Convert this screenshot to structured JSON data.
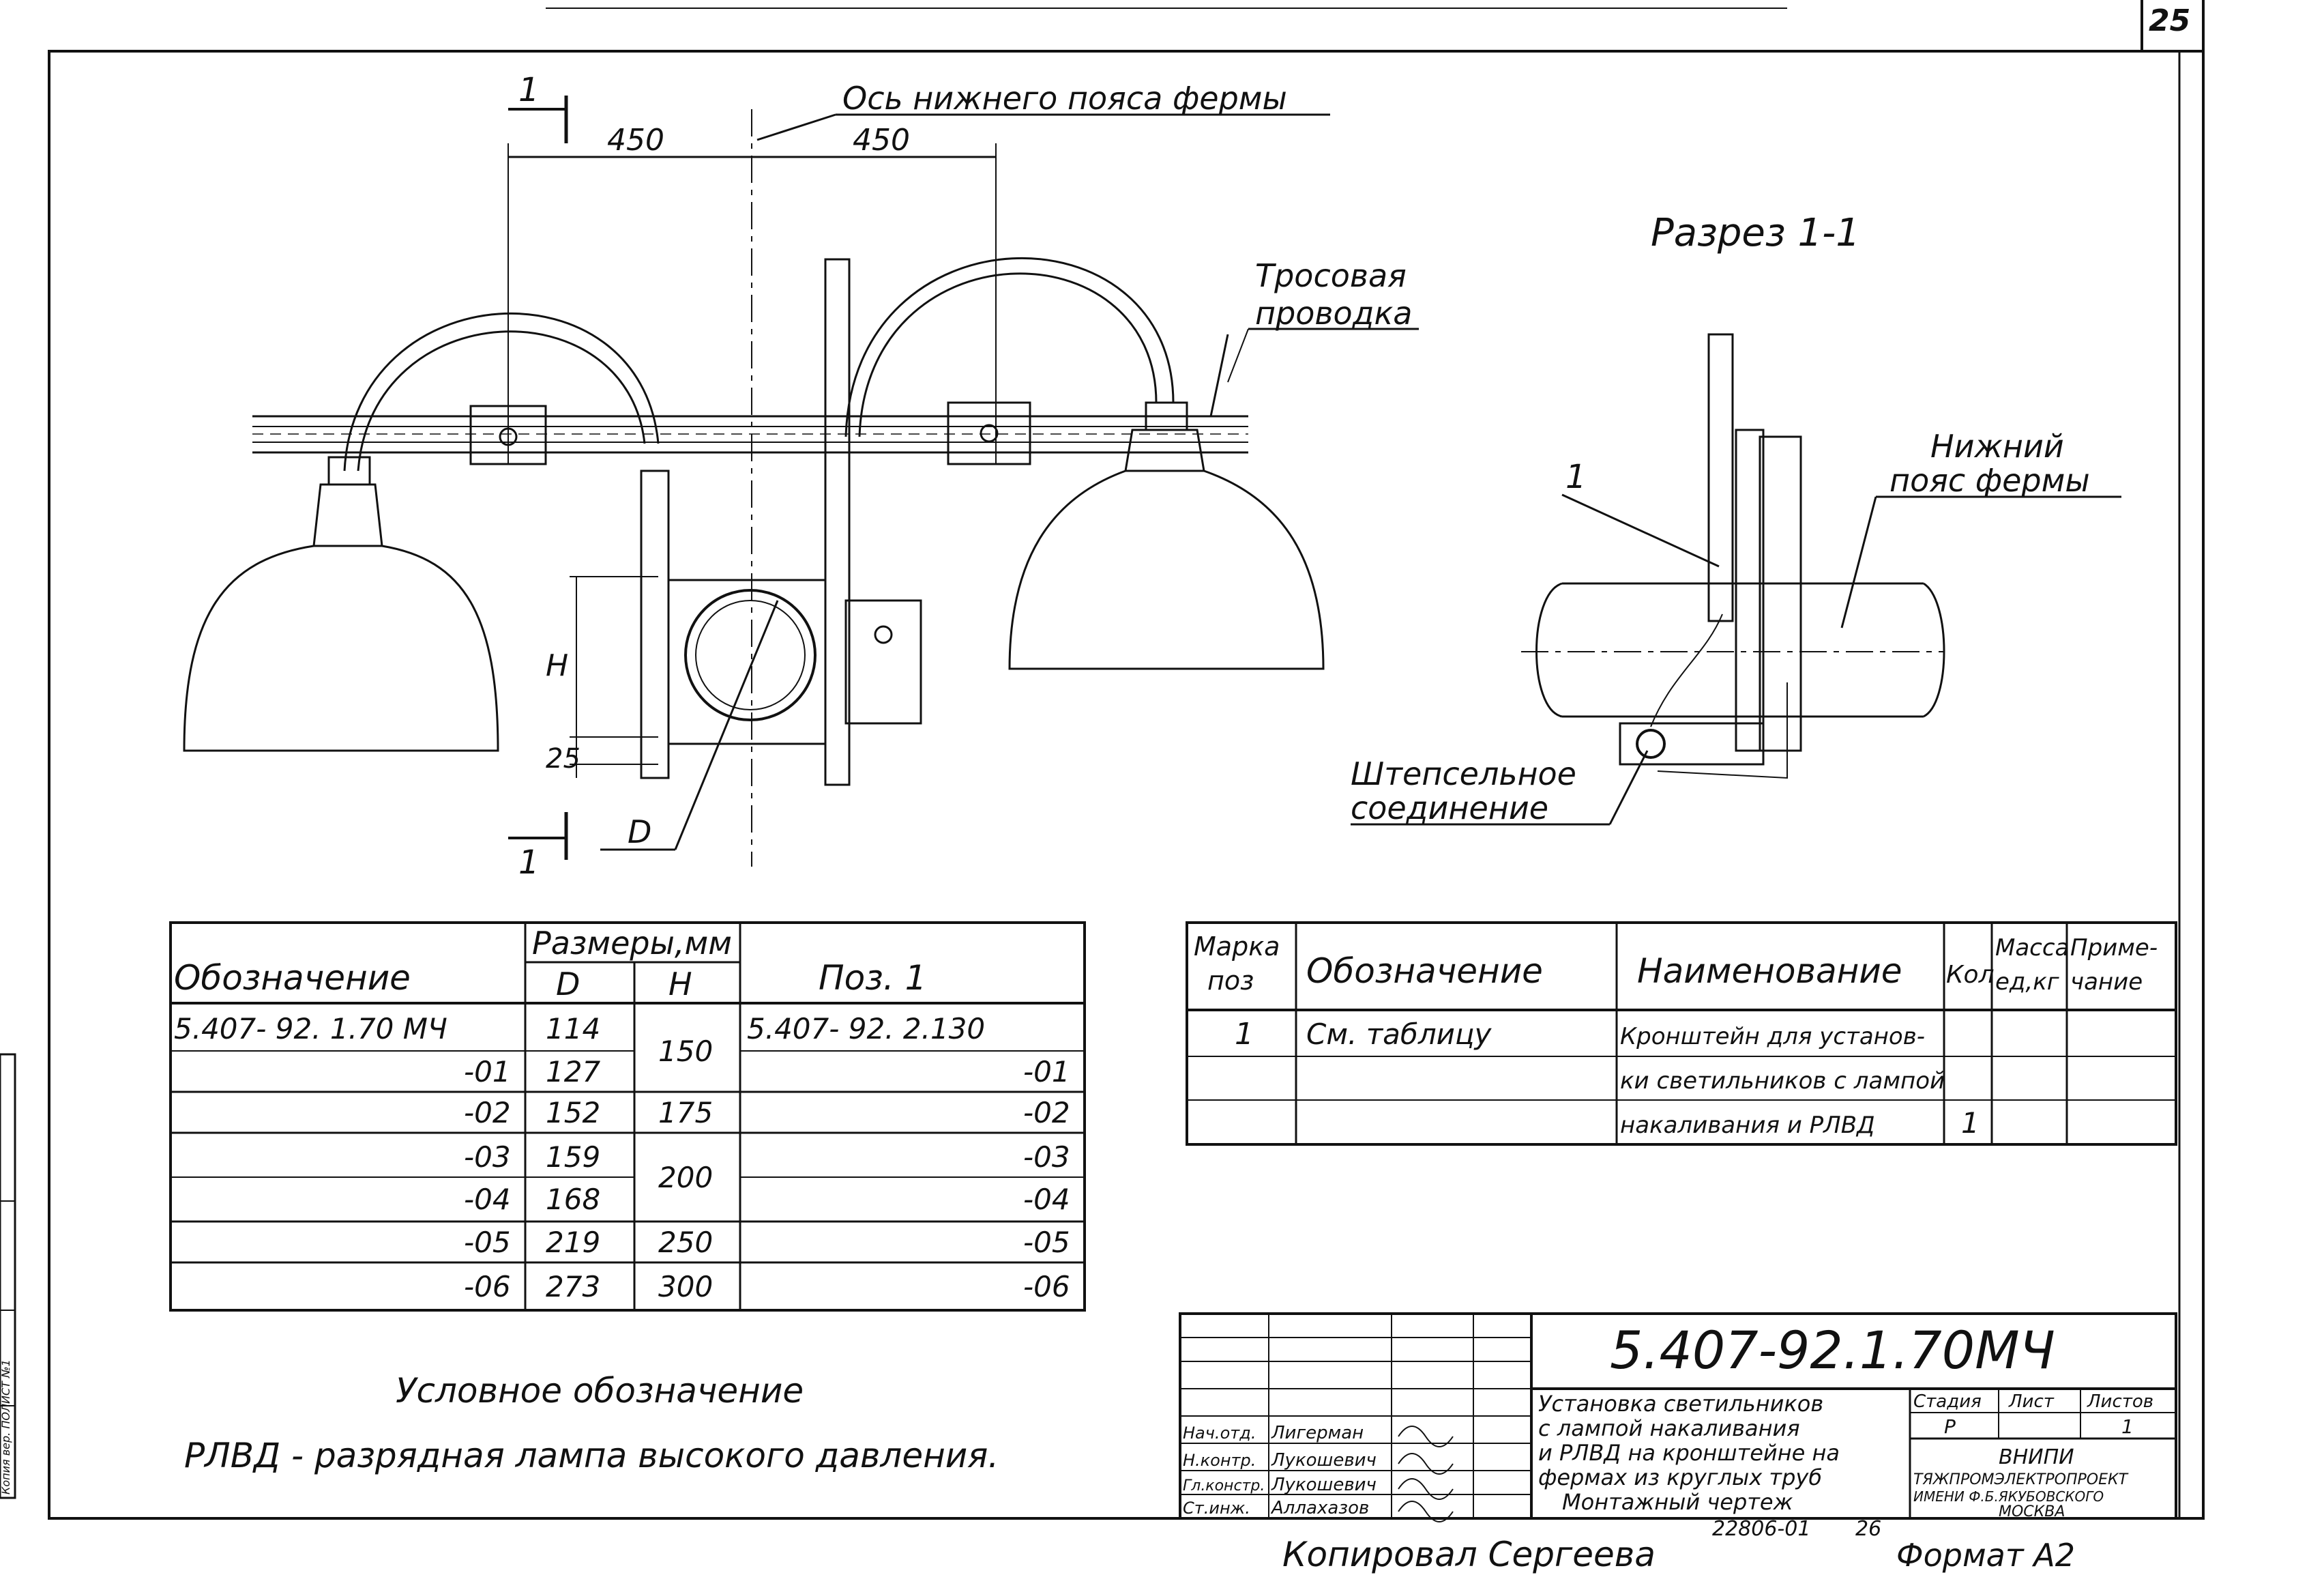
{
  "sheet_number": "25",
  "drawing": {
    "axis_label": "Ось нижнего пояса фермы",
    "dim_left": "450",
    "dim_right": "450",
    "section_marker": "1",
    "cable_label_line1": "Тросовая",
    "cable_label_line2": "проводка",
    "dim_h": "H",
    "dim_25": "25",
    "dim_d": "D"
  },
  "section": {
    "title": "Разрез 1-1",
    "pos_marker": "1",
    "chord_label_line1": "Нижний",
    "chord_label_line2": "пояс фермы",
    "plug_label_line1": "Штепсельное",
    "plug_label_line2": "соединение"
  },
  "size_table": {
    "header_designation": "Обозначение",
    "header_sizes": "Размеры,мм",
    "header_d": "D",
    "header_h": "H",
    "header_pos": "Поз. 1",
    "rows": [
      {
        "designation": "5.407- 92. 1.70 МЧ",
        "d": "114",
        "pos": "5.407- 92. 2.130"
      },
      {
        "designation": "-01",
        "d": "127",
        "pos": "-01"
      },
      {
        "designation": "-02",
        "d": "152",
        "pos": "-02"
      },
      {
        "designation": "-03",
        "d": "159",
        "pos": "-03"
      },
      {
        "designation": "-04",
        "d": "168",
        "pos": "-04"
      },
      {
        "designation": "-05",
        "d": "219",
        "pos": "-05"
      },
      {
        "designation": "-06",
        "d": "273",
        "pos": "-06"
      }
    ],
    "h_values": [
      "150",
      "175",
      "200",
      "250",
      "300"
    ]
  },
  "spec_table": {
    "header_mark": "Марка",
    "header_mark2": "поз",
    "header_designation": "Обозначение",
    "header_name": "Наименование",
    "header_qty": "Кол",
    "header_mass": "Масса",
    "header_mass2": "ед,кг",
    "header_note": "Приме-",
    "header_note2": "чание",
    "row_mark": "1",
    "row_designation": "См. таблицу",
    "row_name_line1": "Кронштейн для установ-",
    "row_name_line2": "ки светильников с лампой",
    "row_name_line3": "накаливания и РЛВД",
    "row_qty": "1"
  },
  "legend": {
    "title": "Условное обозначение",
    "text": "РЛВД - разрядная лампа высокого давления."
  },
  "title_block": {
    "doc_code": "5.407-92.1.70МЧ",
    "title_line1": "Установка светильников",
    "title_line2": "с лампой накаливания",
    "title_line3": "и РЛВД на кронштейне на",
    "title_line4": "фермах из круглых труб",
    "title_line5": "Монтажный чертеж",
    "stage_label": "Стадия",
    "sheet_label": "Лист",
    "sheets_label": "Листов",
    "stage_value": "Р",
    "sheets_value": "1",
    "roles": [
      "Нач.отд.",
      "Н.контр.",
      "Гл.констр.",
      "Ст.инж."
    ],
    "names": [
      "Лигерман",
      "Лукошевич",
      "Лукошевич",
      "Аллахазов"
    ],
    "org_line1": "ВНИПИ",
    "org_line2": "ТЯЖПРОМЭЛЕКТРОПРОЕКТ",
    "org_line3": "ИМЕНИ Ф.Б.ЯКУБОВСКОГО",
    "org_line4": "МОСКВА"
  },
  "footer": {
    "copied_by": "Копировал Сергеева",
    "inventory": "22806-01",
    "page_num": "26",
    "format": "Формат А2"
  },
  "margin_stamp": "Копия вер. ПОЛИСТ №1 "
}
